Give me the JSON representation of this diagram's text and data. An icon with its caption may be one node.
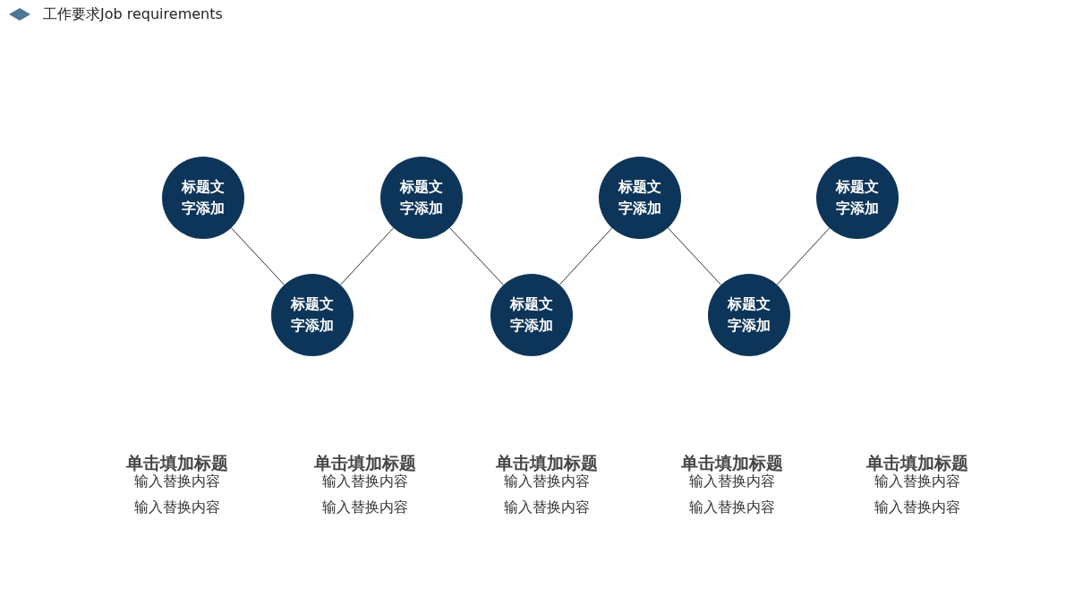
{
  "diagram": {
    "title": "工作要求Job requirements",
    "nodes": [
      {
        "text": [
          "标题文字添加"
        ]
      },
      {
        "text": [
          "标题文字添加"
        ]
      },
      {
        "text": [
          "标题文字添加"
        ]
      },
      {
        "text": [
          "标题文字添加"
        ]
      },
      {
        "text": [
          "标题文字添加"
        ]
      },
      {
        "text": [
          "标题文字添加"
        ]
      },
      {
        "text": [
          "标题文字添加"
        ]
      }
    ],
    "edges": [
      {
        "from": 0,
        "to": 1,
        "arrow": "none"
      },
      {
        "from": 1,
        "to": 2,
        "arrow": "none"
      },
      {
        "from": 2,
        "to": 3,
        "arrow": "none"
      },
      {
        "from": 3,
        "to": 4,
        "arrow": "none"
      },
      {
        "from": 4,
        "to": 5,
        "arrow": "none"
      },
      {
        "from": 5,
        "to": 6,
        "arrow": "none"
      }
    ],
    "labels": [
      "单击填加标题",
      "输入替换内容",
      "输入替换内容",
      "单击填加标题",
      "输入替换内容",
      "输入替换内容",
      "单击填加标题",
      "输入替换内容",
      "输入替换内容",
      "单击填加标题",
      "输入替换内容",
      "输入替换内容",
      "单击填加标题",
      "输入替换内容",
      "输入替换内容"
    ]
  }
}
